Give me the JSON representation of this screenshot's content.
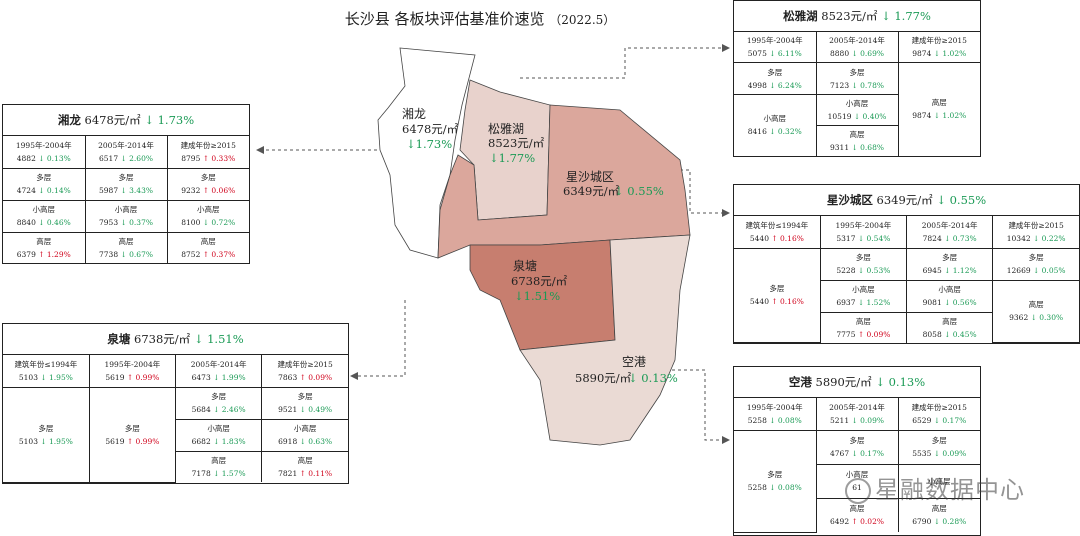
{
  "title": "长沙县 各板块评估基准价速览",
  "title_date": "（2022.5）",
  "colors": {
    "down": "#1a9a55",
    "up": "#d0021b",
    "line": "#555555"
  },
  "watermark": "星融数据中心",
  "chart_data": {
    "type": "table",
    "unit": "元/㎡",
    "districts": [
      {
        "id": "songyahu",
        "name": "松雅湖",
        "price": "8523",
        "unit": "元/㎡",
        "change_dir": "down",
        "change": "1.77%",
        "map_label_price": "8523元/㎡",
        "map_label_change": "↓1.77%",
        "fill": "#e8d2cc",
        "header_text": "松雅湖 8523元/㎡",
        "header_change": "↓ 1.77%",
        "headers": [
          {
            "label": "1995年-2004年",
            "value": "5075",
            "chg": "↓ 6.11%",
            "dir": "down"
          },
          {
            "label": "2005年-2014年",
            "value": "8880",
            "chg": "↓ 0.69%",
            "dir": "down"
          },
          {
            "label": "建成年份≥2015",
            "value": "9874",
            "chg": "↓ 1.02%",
            "dir": "down"
          }
        ]
      },
      {
        "id": "xianglong",
        "name": "湘龙",
        "price": "6478",
        "unit": "元/㎡",
        "change_dir": "down",
        "change": "1.73%",
        "map_label_price": "6478元/㎡",
        "map_label_change": "↓1.73%",
        "fill": "#ffffff",
        "header_text": "湘龙 6478元/㎡",
        "header_change": "↓ 1.73%"
      },
      {
        "id": "xingsha",
        "name": "星沙城区",
        "price": "6349",
        "unit": "元/㎡",
        "change_dir": "down",
        "change": "0.55%",
        "map_label_price": "6349元/㎡",
        "map_label_change": "↓ 0.55%",
        "fill": "#dba79c",
        "header_text": "星沙城区 6349元/㎡",
        "header_change": "↓ 0.55%"
      },
      {
        "id": "quantang",
        "name": "泉塘",
        "price": "6738",
        "unit": "元/㎡",
        "change_dir": "down",
        "change": "1.51%",
        "map_label_price": "6738元/㎡",
        "map_label_change": "↓1.51%",
        "fill": "#c77e6f",
        "header_text": "泉塘 6738元/㎡",
        "header_change": "↓ 1.51%"
      },
      {
        "id": "konggang",
        "name": "空港",
        "price": "5890",
        "unit": "元/㎡",
        "change_dir": "down",
        "change": "0.13%",
        "map_label_price": "5890元/㎡",
        "map_label_change": "↓ 0.13%",
        "fill": "#eadad4",
        "header_text": "空港 5890元/㎡",
        "header_change": "↓ 0.13%"
      }
    ]
  },
  "panels": {
    "songyahu": {
      "title": "松雅湖",
      "price": "8523元/㎡",
      "change": "↓ 1.77%",
      "h1": {
        "label": "1995年-2004年",
        "v": "5075",
        "c": "↓ 6.11%",
        "d": "down"
      },
      "h2": {
        "label": "2005年-2014年",
        "v": "8880",
        "c": "↓ 0.69%",
        "d": "down"
      },
      "h3": {
        "label": "建成年份≥2015",
        "v": "9874",
        "c": "↓ 1.02%",
        "d": "down"
      },
      "c1a": {
        "label": "多层",
        "v": "4998",
        "c": "↓ 6.24%",
        "d": "down"
      },
      "c1b": {
        "label": "小高层",
        "v": "8416",
        "c": "↓ 0.32%",
        "d": "down"
      },
      "c2a": {
        "label": "多层",
        "v": "7123",
        "c": "↓ 0.78%",
        "d": "down"
      },
      "c2b": {
        "label": "小高层",
        "v": "10519",
        "c": "↓ 0.40%",
        "d": "down"
      },
      "c2c": {
        "label": "高层",
        "v": "9311",
        "c": "↓ 0.68%",
        "d": "down"
      },
      "c3a": {
        "label": "高层",
        "v": "9874",
        "c": "↓ 1.02%",
        "d": "down"
      }
    },
    "xianglong": {
      "title": "湘龙",
      "price": "6478元/㎡",
      "change": "↓ 1.73%",
      "rows": [
        [
          {
            "label": "1995年-2004年",
            "v": "4882",
            "c": "↓ 0.13%",
            "d": "down"
          },
          {
            "label": "2005年-2014年",
            "v": "6517",
            "c": "↓ 2.60%",
            "d": "down"
          },
          {
            "label": "建成年份≥2015",
            "v": "8795",
            "c": "↑ 0.33%",
            "d": "up"
          }
        ],
        [
          {
            "label": "多层",
            "v": "4724",
            "c": "↓ 0.14%",
            "d": "down"
          },
          {
            "label": "多层",
            "v": "5987",
            "c": "↓ 3.43%",
            "d": "down"
          },
          {
            "label": "多层",
            "v": "9232",
            "c": "↑ 0.06%",
            "d": "up"
          }
        ],
        [
          {
            "label": "小高层",
            "v": "8840",
            "c": "↓ 0.46%",
            "d": "down"
          },
          {
            "label": "小高层",
            "v": "7953",
            "c": "↓ 0.37%",
            "d": "down"
          },
          {
            "label": "小高层",
            "v": "8100",
            "c": "↓ 0.72%",
            "d": "down"
          }
        ],
        [
          {
            "label": "高层",
            "v": "6379",
            "c": "↑ 1.29%",
            "d": "up"
          },
          {
            "label": "高层",
            "v": "7738",
            "c": "↓ 0.67%",
            "d": "down"
          },
          {
            "label": "高层",
            "v": "8752",
            "c": "↑ 0.37%",
            "d": "up"
          }
        ]
      ]
    },
    "xingsha": {
      "title": "星沙城区",
      "price": "6349元/㎡",
      "change": "↓ 0.55%",
      "h1": {
        "label": "建筑年份≤1994年",
        "v": "5440",
        "c": "↑ 0.16%",
        "d": "up"
      },
      "h2": {
        "label": "1995年-2004年",
        "v": "5317",
        "c": "↓ 0.54%",
        "d": "down"
      },
      "h3": {
        "label": "2005年-2014年",
        "v": "7824",
        "c": "↓ 0.73%",
        "d": "down"
      },
      "h4": {
        "label": "建成年份≥2015",
        "v": "10342",
        "c": "↓ 0.22%",
        "d": "down"
      },
      "c1a": {
        "label": "多层",
        "v": "5440",
        "c": "↑ 0.16%",
        "d": "up"
      },
      "c2a": {
        "label": "多层",
        "v": "5228",
        "c": "↓ 0.53%",
        "d": "down"
      },
      "c2b": {
        "label": "小高层",
        "v": "6937",
        "c": "↓ 1.52%",
        "d": "down"
      },
      "c2c": {
        "label": "高层",
        "v": "7775",
        "c": "↑ 0.09%",
        "d": "up"
      },
      "c3a": {
        "label": "多层",
        "v": "6945",
        "c": "↓ 1.12%",
        "d": "down"
      },
      "c3b": {
        "label": "小高层",
        "v": "9081",
        "c": "↓ 0.56%",
        "d": "down"
      },
      "c3c": {
        "label": "高层",
        "v": "8058",
        "c": "↓ 0.45%",
        "d": "down"
      },
      "c4a": {
        "label": "多层",
        "v": "12669",
        "c": "↓ 0.05%",
        "d": "down"
      },
      "c4b": {
        "label": "高层",
        "v": "9362",
        "c": "↓ 0.30%",
        "d": "down"
      }
    },
    "quantang": {
      "title": "泉塘",
      "price": "6738元/㎡",
      "change": "↓ 1.51%",
      "h1": {
        "label": "建筑年份≤1994年",
        "v": "5103",
        "c": "↓ 1.95%",
        "d": "down"
      },
      "h2": {
        "label": "1995年-2004年",
        "v": "5619",
        "c": "↑ 0.99%",
        "d": "up"
      },
      "h3": {
        "label": "2005年-2014年",
        "v": "6473",
        "c": "↓ 1.99%",
        "d": "down"
      },
      "h4": {
        "label": "建成年份≥2015",
        "v": "7863",
        "c": "↑ 0.09%",
        "d": "up"
      },
      "c1a": {
        "label": "多层",
        "v": "5103",
        "c": "↓ 1.95%",
        "d": "down"
      },
      "c2a": {
        "label": "多层",
        "v": "5619",
        "c": "↑ 0.99%",
        "d": "up"
      },
      "c3a": {
        "label": "多层",
        "v": "5684",
        "c": "↓ 2.46%",
        "d": "down"
      },
      "c3b": {
        "label": "小高层",
        "v": "6682",
        "c": "↓ 1.83%",
        "d": "down"
      },
      "c3c": {
        "label": "高层",
        "v": "7178",
        "c": "↓ 1.57%",
        "d": "down"
      },
      "c4a": {
        "label": "多层",
        "v": "9521",
        "c": "↓ 0.49%",
        "d": "down"
      },
      "c4b": {
        "label": "小高层",
        "v": "6918",
        "c": "↓ 0.63%",
        "d": "down"
      },
      "c4c": {
        "label": "高层",
        "v": "7821",
        "c": "↑ 0.11%",
        "d": "up"
      }
    },
    "konggang": {
      "title": "空港",
      "price": "5890元/㎡",
      "change": "↓ 0.13%",
      "h1": {
        "label": "1995年-2004年",
        "v": "5258",
        "c": "↓ 0.08%",
        "d": "down"
      },
      "h2": {
        "label": "2005年-2014年",
        "v": "5211",
        "c": "↓ 0.09%",
        "d": "down"
      },
      "h3": {
        "label": "建成年份≥2015",
        "v": "6529",
        "c": "↓ 0.17%",
        "d": "down"
      },
      "c1a": {
        "label": "多层",
        "v": "5258",
        "c": "↓ 0.08%",
        "d": "down"
      },
      "c2a": {
        "label": "多层",
        "v": "4767",
        "c": "↓ 0.17%",
        "d": "down"
      },
      "c2b": {
        "label": "小高层",
        "v": "61",
        "c": "",
        "d": "down"
      },
      "c2c": {
        "label": "高层",
        "v": "6492",
        "c": "↑ 0.02%",
        "d": "up"
      },
      "c3a": {
        "label": "多层",
        "v": "5535",
        "c": "↓ 0.09%",
        "d": "down"
      },
      "c3b": {
        "label": "小高层",
        "v": "",
        "c": "",
        "d": "down"
      },
      "c3c": {
        "label": "高层",
        "v": "6790",
        "c": "↓ 0.28%",
        "d": "down"
      }
    }
  }
}
